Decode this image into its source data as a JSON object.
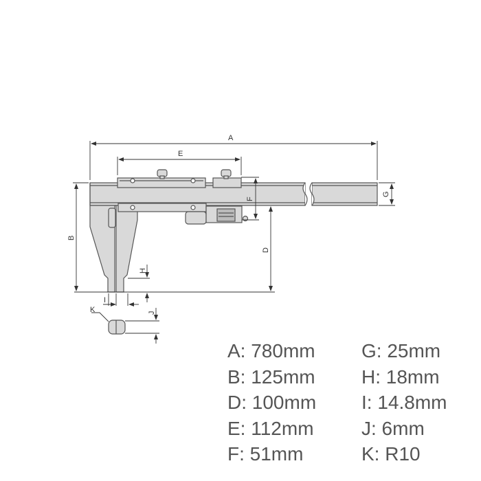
{
  "diagram": {
    "subject": "Caliper with fine adjustment (digital readout) - dimension drawing",
    "colors": {
      "body_fill": "#d9d9d9",
      "outline": "#555555",
      "dimension_line": "#333333",
      "spec_text": "#555555",
      "background": "#ffffff"
    },
    "dimension_labels": {
      "A": "A",
      "B": "B",
      "D": "D",
      "E": "E",
      "F": "F",
      "G": "G",
      "H": "H",
      "I": "I",
      "J": "J",
      "K": "K"
    }
  },
  "specs": {
    "left": [
      {
        "key": "A",
        "text": "A: 780mm"
      },
      {
        "key": "B",
        "text": "B: 125mm"
      },
      {
        "key": "D",
        "text": "D: 100mm"
      },
      {
        "key": "E",
        "text": "E: 112mm"
      },
      {
        "key": "F",
        "text": "F: 51mm"
      }
    ],
    "right": [
      {
        "key": "G",
        "text": "G: 25mm"
      },
      {
        "key": "H",
        "text": "H: 18mm"
      },
      {
        "key": "I",
        "text": "I: 14.8mm"
      },
      {
        "key": "J",
        "text": "J: 6mm"
      },
      {
        "key": "K",
        "text": "K: R10"
      }
    ]
  }
}
